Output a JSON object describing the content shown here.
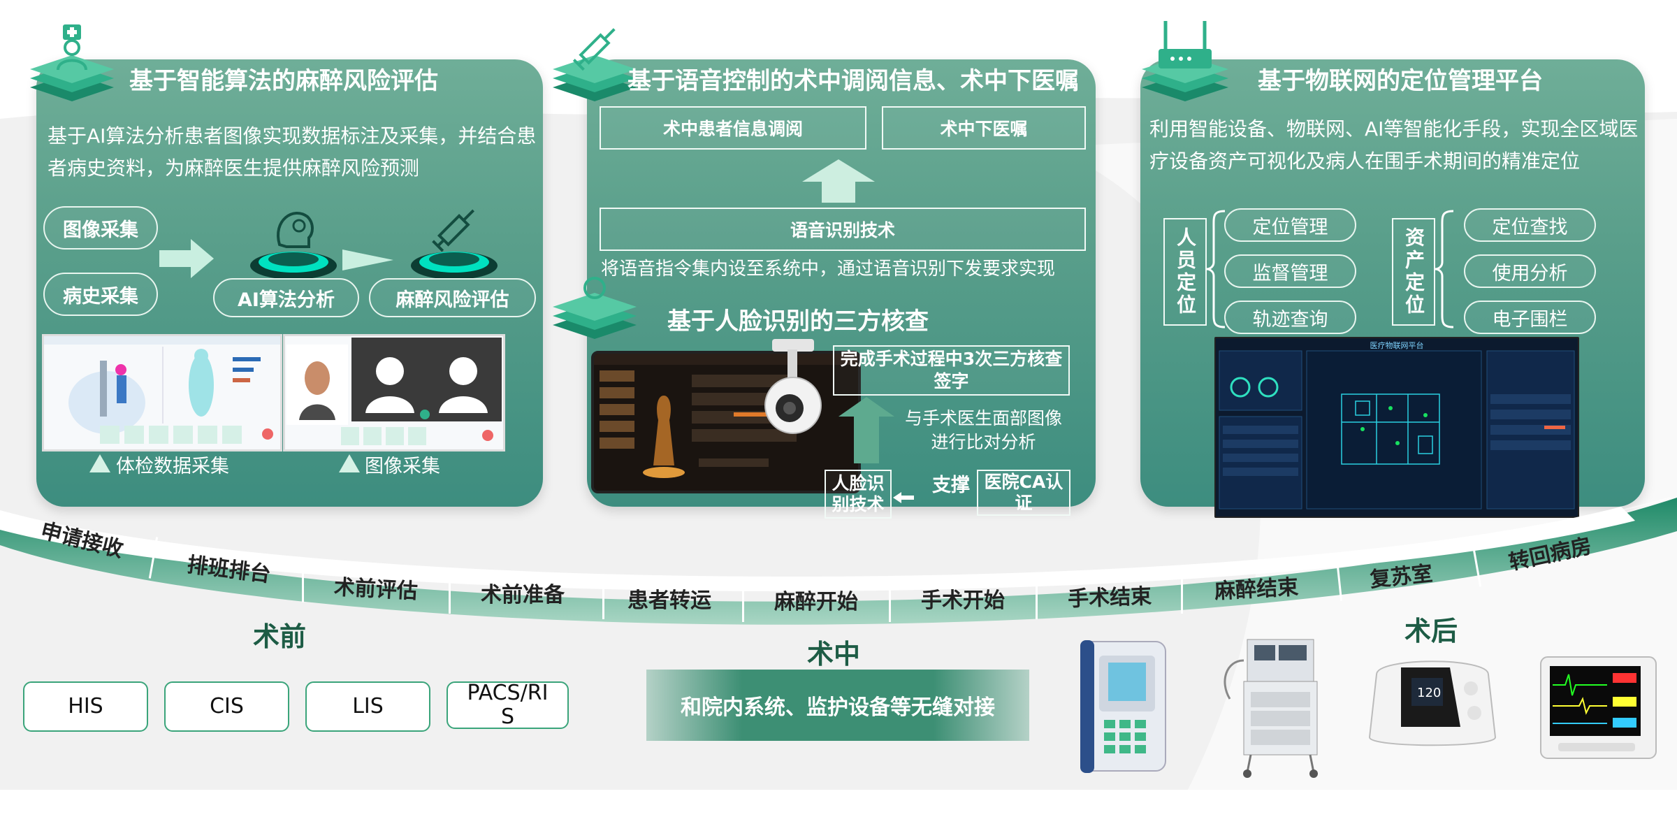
{
  "panel1": {
    "title": "基于智能算法的麻醉风险评估",
    "description": "基于AI算法分析患者图像实现数据标注及采集，并结合患者病史资料，为麻醉医生提供麻醉风险预测",
    "inputs": [
      "图像采集",
      "病史采集"
    ],
    "steps": [
      "AI算法分析",
      "麻醉风险评估"
    ],
    "captions": [
      "体检数据采集",
      "图像采集"
    ]
  },
  "panel2": {
    "title": "基于语音控制的术中调阅信息、术中下医嘱",
    "top_boxes": [
      "术中患者信息调阅",
      "术中下医嘱"
    ],
    "tech_box": "语音识别技术",
    "note": "将语音指令集内设至系统中，通过语音识别下发要求实现"
  },
  "panel3": {
    "title": "基于人脸识别的三方核查",
    "result_box": "完成手术过程中3次三方核查签字",
    "compare_text": "与手术医生面部图像进行比对分析",
    "tech_box": "人脸识别技术",
    "support_label": "支撑",
    "ca_box": "医院CA认证"
  },
  "panel4": {
    "title": "基于物联网的定位管理平台",
    "description": "利用智能设备、物联网、AI等智能化手段，实现全区域医疗设备资产可视化及病人在围手术期间的精准定位",
    "group_person": "人员定位",
    "group_asset": "资产定位",
    "person_items": [
      "定位管理",
      "监督管理",
      "轨迹查询"
    ],
    "asset_items": [
      "定位查找",
      "使用分析",
      "电子围栏"
    ],
    "screen_title": "医疗物联网平台"
  },
  "stages": [
    "申请接收",
    "排班排台",
    "术前评估",
    "术前准备",
    "患者转运",
    "麻醉开始",
    "手术开始",
    "手术结束",
    "麻醉结束",
    "复苏室",
    "转回病房"
  ],
  "phases": {
    "pre": "术前",
    "intra": "术中",
    "post": "术后"
  },
  "systems": [
    "HIS",
    "CIS",
    "LIS",
    "PACS/RIS"
  ],
  "integration_label": "和院内系统、监护设备等无缝对接",
  "colors": {
    "panel": "#5fa48e",
    "arc": "#2f8a6a",
    "phase_text": "#1d5c45"
  }
}
